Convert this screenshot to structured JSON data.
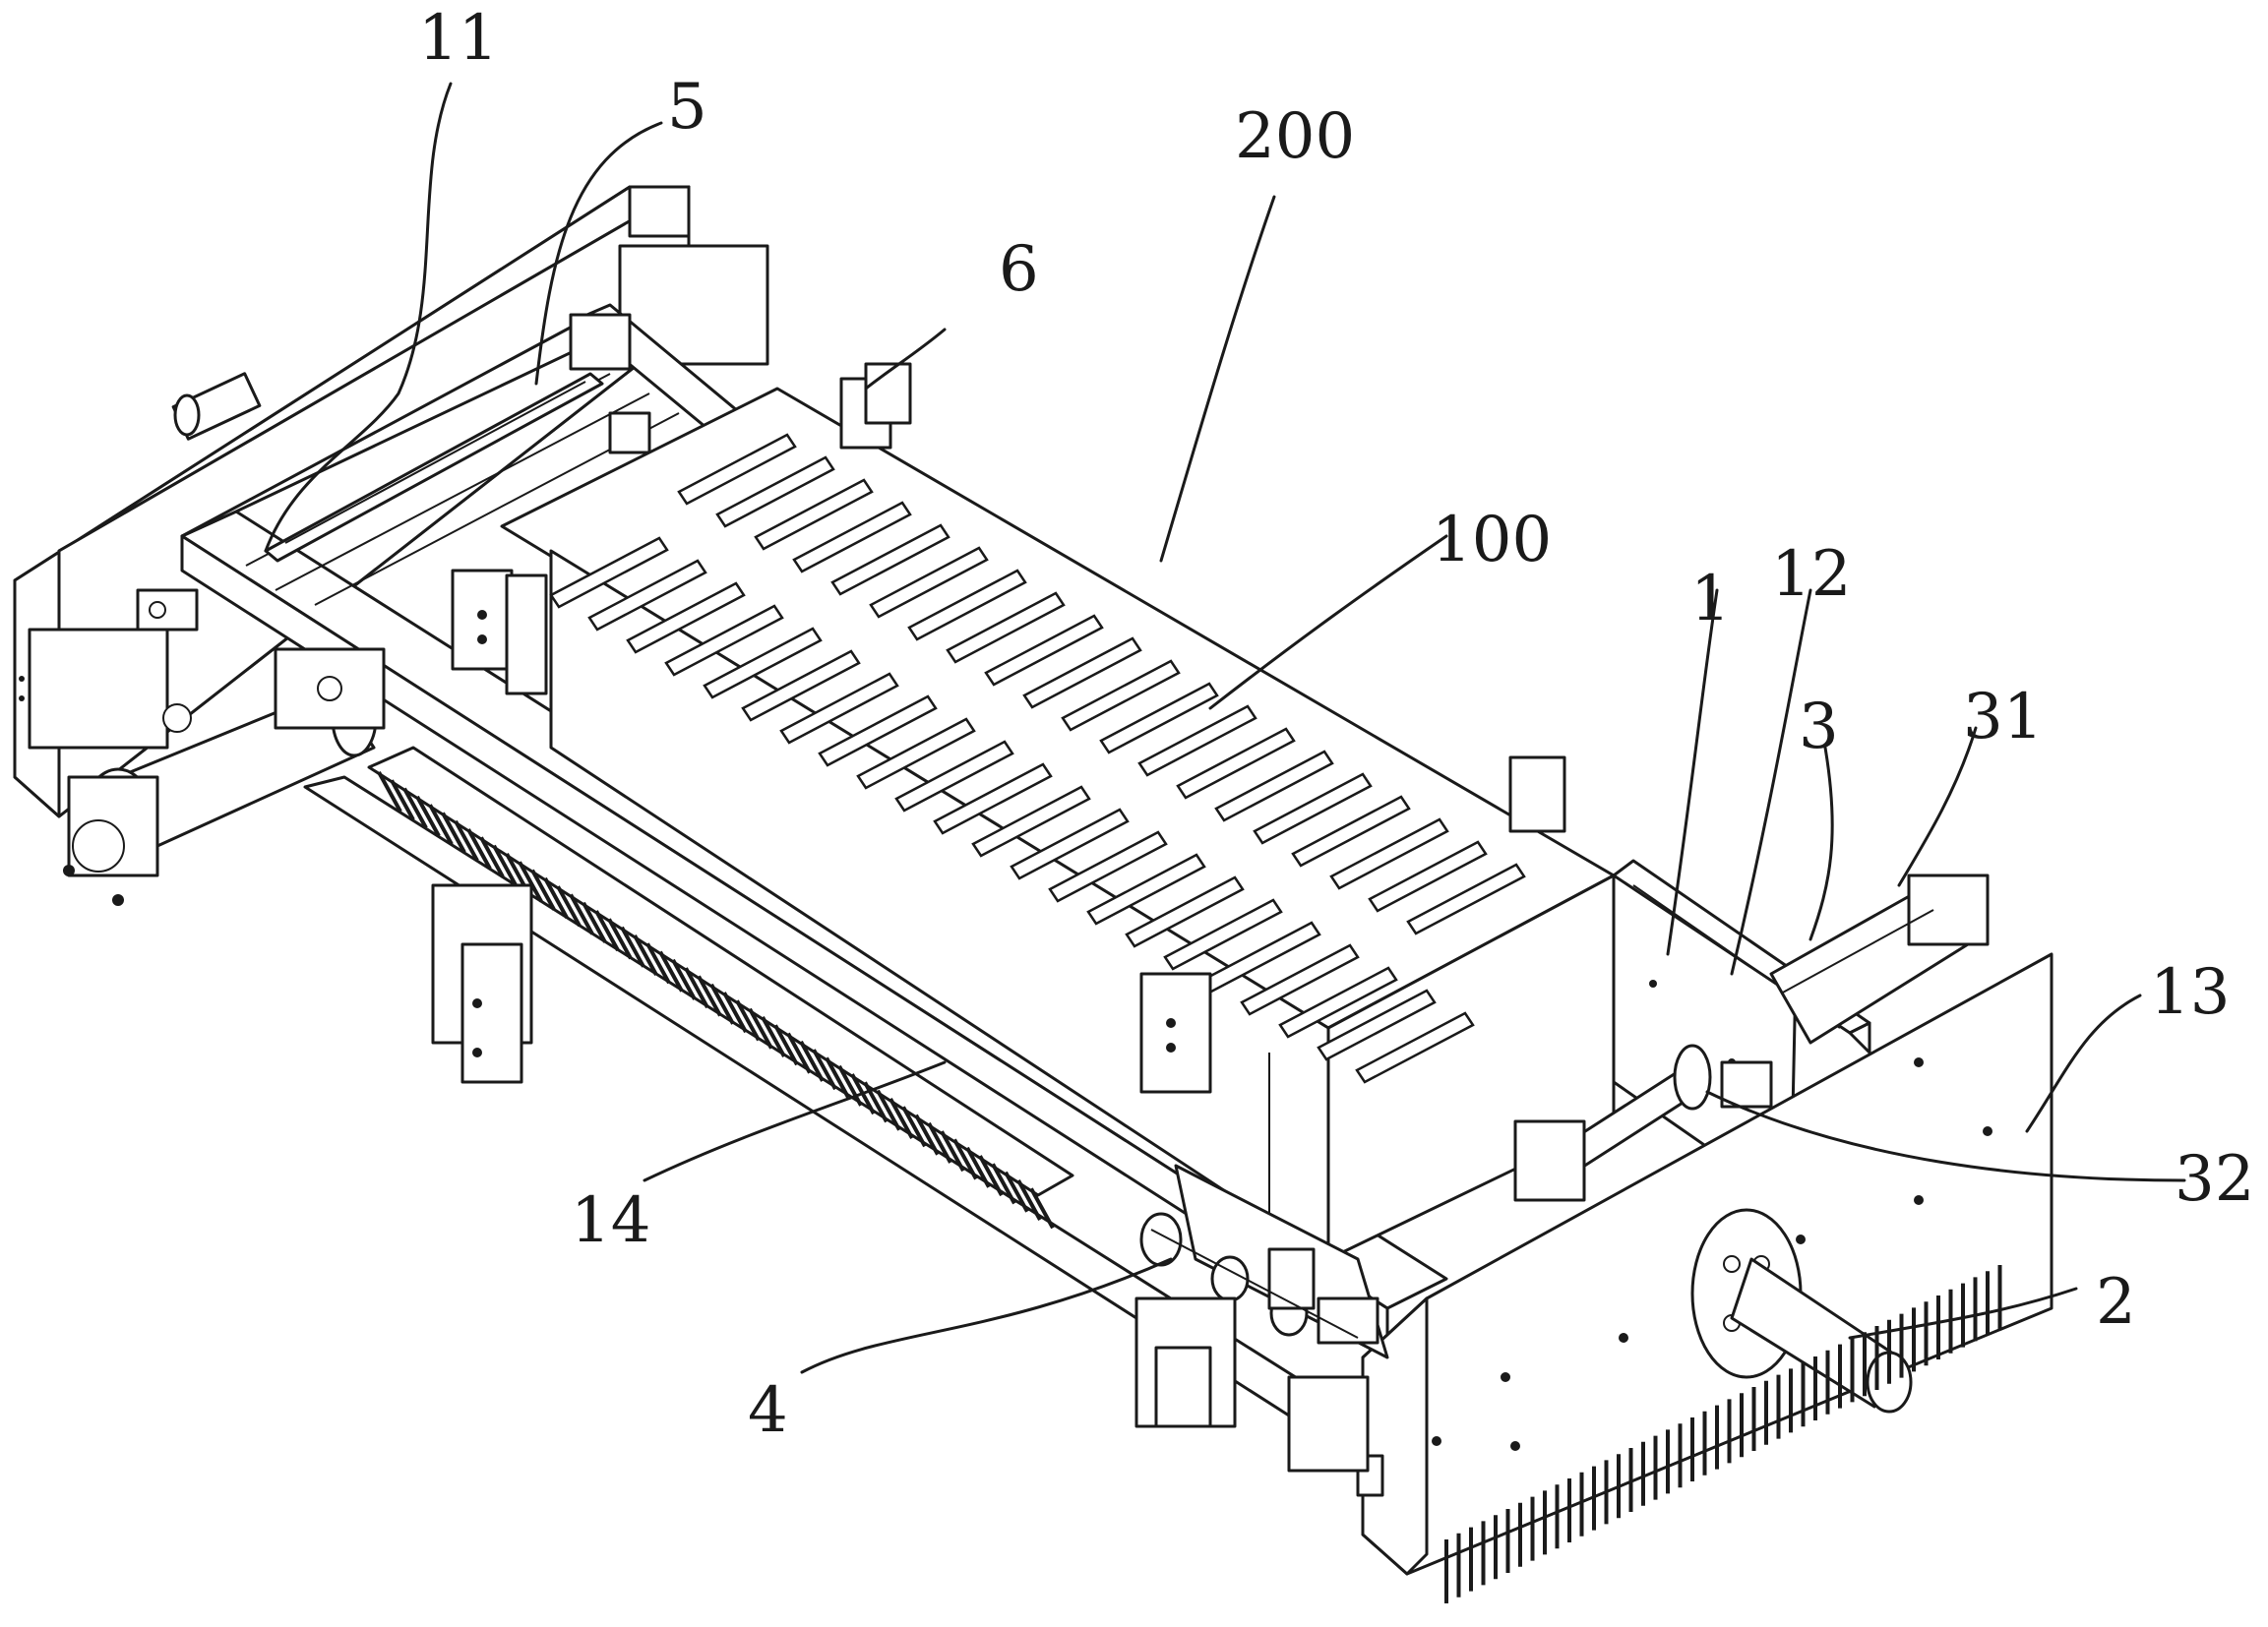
{
  "labels": {
    "l11": "11",
    "l5": "5",
    "l200": "200",
    "l6": "6",
    "l100": "100",
    "l1": "1",
    "l12": "12",
    "l3": "3",
    "l31": "31",
    "l13": "13",
    "l32": "32",
    "l2": "2",
    "l14": "14",
    "l4": "4"
  }
}
